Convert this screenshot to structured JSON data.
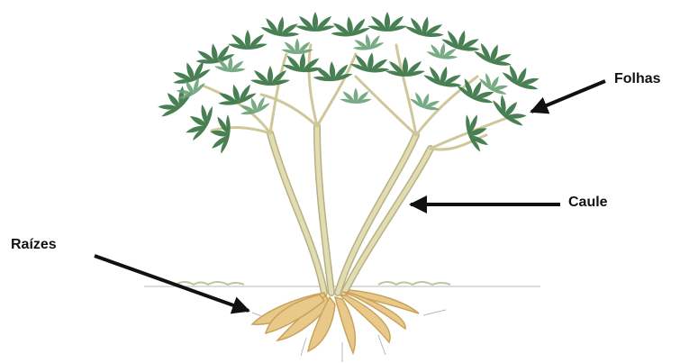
{
  "labels": {
    "leaves": "Folhas",
    "stem": "Caule",
    "roots": "Raízes"
  },
  "colors": {
    "leaf_dark": "#3f7a4a",
    "leaf_light": "#6aa277",
    "stem": "#d9d3a6",
    "stem_outline": "#b8b083",
    "root": "#e8c98a",
    "root_shade": "#c9a35c",
    "ground": "#b7c9a0",
    "arrow": "#111111"
  },
  "icons": [
    "cassava-plant-illustration",
    "arrow-icon"
  ]
}
